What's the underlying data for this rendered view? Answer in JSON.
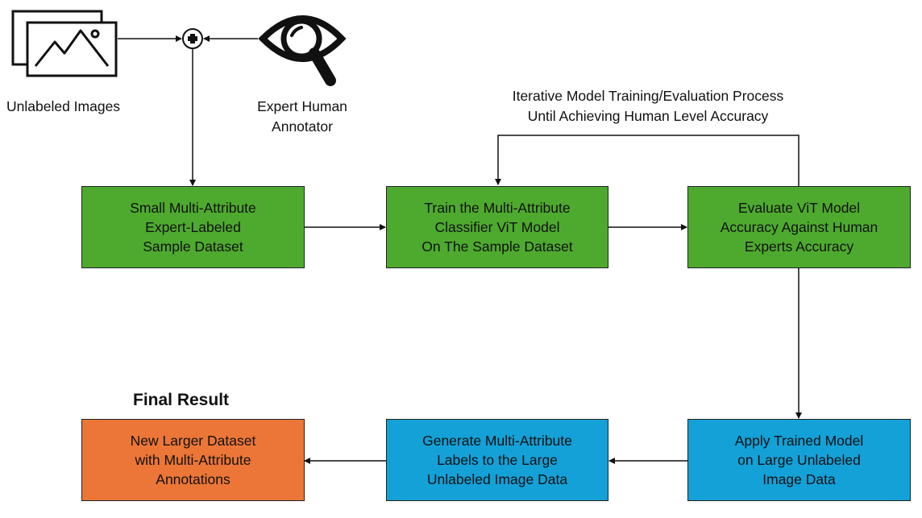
{
  "inputs": {
    "images_label": "Unlabeled Images",
    "annotator_label_line1": "Expert Human",
    "annotator_label_line2": "Annotator"
  },
  "loop_caption": {
    "line1": "Iterative Model Training/Evaluation Process",
    "line2": "Until Achieving Human Level Accuracy"
  },
  "result_heading": "Final Result",
  "boxes": {
    "sample_dataset": [
      "Small Multi-Attribute",
      "Expert-Labeled",
      "Sample Dataset"
    ],
    "train": [
      "Train the Multi-Attribute",
      "Classifier ViT Model",
      "On The Sample Dataset"
    ],
    "evaluate": [
      "Evaluate ViT Model",
      "Accuracy Against Human",
      "Experts Accuracy"
    ],
    "apply": [
      "Apply Trained Model",
      "on Large Unlabeled",
      "Image Data"
    ],
    "generate": [
      "Generate Multi-Attribute",
      "Labels to the Large",
      "Unlabeled Image Data"
    ],
    "result": [
      "New Larger Dataset",
      "with Multi-Attribute",
      "Annotations"
    ]
  },
  "colors": {
    "green": "#4eaa2e",
    "blue": "#13a1d8",
    "orange": "#ec7637",
    "stroke": "#111111"
  },
  "icons": [
    "image-stack-icon",
    "plus-circle-icon",
    "eye-magnifier-icon"
  ]
}
